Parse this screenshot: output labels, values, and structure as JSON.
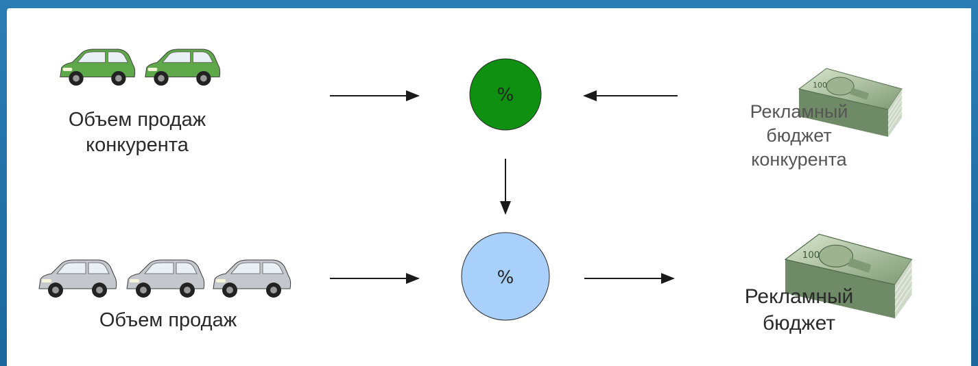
{
  "nodes": {
    "competitor_sales": {
      "label": "Объем продаж\nконкурента",
      "icon": "green-cars-icon"
    },
    "competitor_share": {
      "symbol": "%",
      "color": "#109010"
    },
    "competitor_budget": {
      "label": "Рекламный\nбюджет\nконкурента",
      "icon": "money-stack-icon"
    },
    "own_sales": {
      "label": "Объем продаж",
      "icon": "silver-cars-icon"
    },
    "own_share": {
      "symbol": "%",
      "color": "#a9d0fa"
    },
    "own_budget": {
      "label": "Рекламный\nбюджет",
      "icon": "money-stack-icon"
    }
  },
  "colors": {
    "frame": "#1f6fa3",
    "arrow": "#1a1a1a",
    "green_car": "#5fa84a",
    "silver_car": "#c4c8cc",
    "money": "#5b7d55"
  }
}
